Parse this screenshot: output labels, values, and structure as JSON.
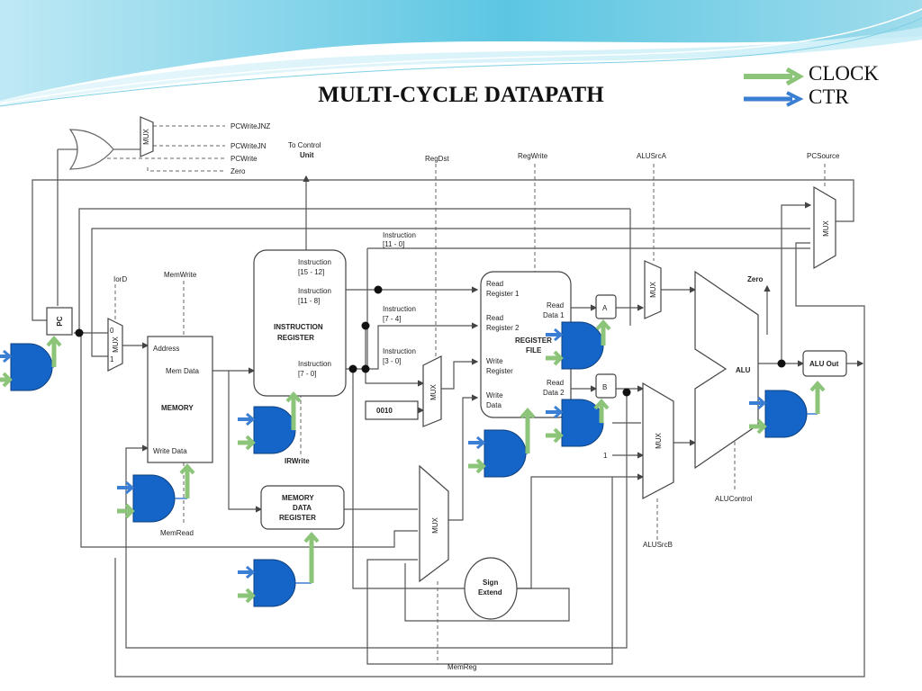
{
  "title": "MULTI-CYCLE DATAPATH",
  "legend": {
    "clock": "CLOCK",
    "ctr": "CTR"
  },
  "colors": {
    "clock_arrow": "#8cc47a",
    "ctr_arrow": "#3b7fd4",
    "gate_fill": "#1565c8",
    "wire": "#444444",
    "header_wave": "#6dcde6"
  },
  "control": {
    "pcwritejnz": "PCWriteJNZ",
    "pcwritejn": "PCWriteJN",
    "pcwrite": "PCWrite",
    "zero": "Zero",
    "to_control": "To Control",
    "unit": "Unit",
    "regdst": "RegDst",
    "regwrite": "RegWrite",
    "alusrca": "ALUSrcA",
    "pcsource": "PCSource",
    "iord": "IorD",
    "memwrite": "MemWrite",
    "memread": "MemRead",
    "irwrite": "IRWrite",
    "memreg": "MemReg",
    "alusrcb": "ALUSrcB",
    "alucontrol": "ALUControl",
    "zero_out": "Zero"
  },
  "blocks": {
    "pc": "PC",
    "mux": "MUX",
    "mux_in0": "0",
    "mux_in1": "1",
    "mem_address": "Address",
    "mem_data": "Mem Data",
    "memory": "MEMORY",
    "mem_write_data": "Write Data",
    "ir_name_1": "INSTRUCTION",
    "ir_name_2": "REGISTER",
    "ir_instr_a": "Instruction",
    "ir_bits_a": "[15 - 12]",
    "ir_instr_b": "Instruction",
    "ir_bits_b": "[11 - 8]",
    "ir_instr_c": "Instruction",
    "ir_bits_c": "[7 - 0]",
    "w_instr_a": "Instruction",
    "w_bits_a": "[11 - 0]",
    "w_instr_b": "Instruction",
    "w_bits_b": "[7 - 4]",
    "w_instr_c": "Instruction",
    "w_bits_c": "[3 - 0]",
    "const_0010": "0010",
    "rf_read1_a": "Read",
    "rf_read1_b": "Register 1",
    "rf_read2_a": "Read",
    "rf_read2_b": "Register 2",
    "rf_write_a": "Write",
    "rf_write_b": "Register",
    "rf_wdata_a": "Write",
    "rf_wdata_b": "Data",
    "rf_rd1_a": "Read",
    "rf_rd1_b": "Data 1",
    "rf_rd2_a": "Read",
    "rf_rd2_b": "Data 2",
    "rf_name_1": "REGISTER",
    "rf_name_2": "FILE",
    "reg_a": "A",
    "reg_b": "B",
    "const_1": "1",
    "alu": "ALU",
    "alu_out": "ALU Out",
    "mdr_1": "MEMORY",
    "mdr_2": "DATA",
    "mdr_3": "REGISTER",
    "sign": "Sign",
    "extend": "Extend"
  }
}
